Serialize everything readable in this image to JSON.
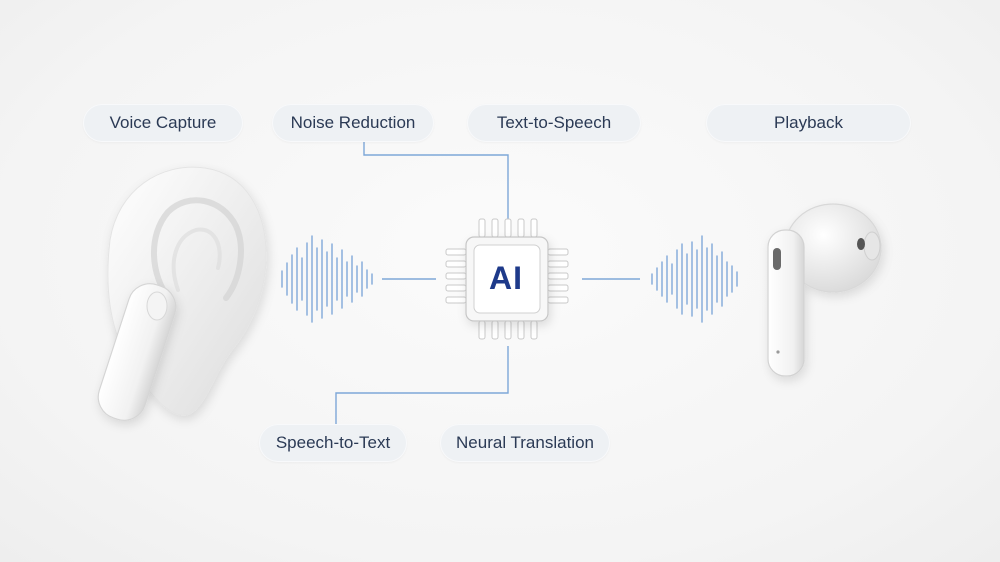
{
  "labels": {
    "voice_capture": "Voice Capture",
    "noise_reduction": "Noise Reduction",
    "text_to_speech": "Text-to-Speech",
    "playback": "Playback",
    "speech_to_text": "Speech-to-Text",
    "neural_translation": "Neural Translation"
  },
  "chip": {
    "label": "AI"
  },
  "colors": {
    "accent": "#1e3a8a",
    "line": "#7ea7d8",
    "pill_bg": "#eef1f4",
    "pill_text": "#2b3a55"
  },
  "icons": [
    "ear-icon",
    "earbud-in-ear-icon",
    "earbud-icon",
    "ai-chip-icon",
    "sound-wave-icon"
  ]
}
